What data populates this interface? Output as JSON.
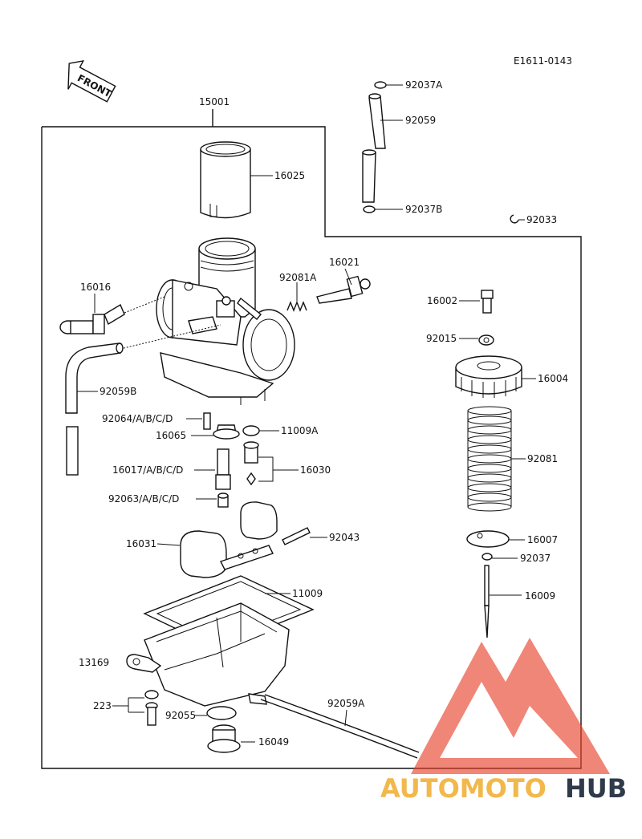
{
  "diagram": {
    "code": "E1611-0143",
    "front_label": "FRONT",
    "assembly_label": "15001"
  },
  "parts": {
    "p16025": "16025",
    "p92037A": "92037A",
    "p92059": "92059",
    "p92037B": "92037B",
    "p92033": "92033",
    "p16016": "16016",
    "p92081A": "92081A",
    "p16021": "16021",
    "p16002": "16002",
    "p92015": "92015",
    "p16004": "16004",
    "p92059B": "92059B",
    "p92064": "92064/A/B/C/D",
    "p16065": "16065",
    "p11009A": "11009A",
    "p16017": "16017/A/B/C/D",
    "p16030": "16030",
    "p92063": "92063/A/B/C/D",
    "p92081": "92081",
    "p92043": "92043",
    "p16031": "16031",
    "p16007": "16007",
    "p92037": "92037",
    "p11009": "11009",
    "p16009": "16009",
    "p13169": "13169",
    "p223": "223",
    "p92055": "92055",
    "p92059A": "92059A",
    "p16049": "16049"
  },
  "watermark": {
    "brand_a": "AUTOMOTO",
    "brand_b": "HUB",
    "color_triangle": "#e8412b",
    "color_a": "#f2b84b",
    "color_b": "#2f3a4a"
  }
}
